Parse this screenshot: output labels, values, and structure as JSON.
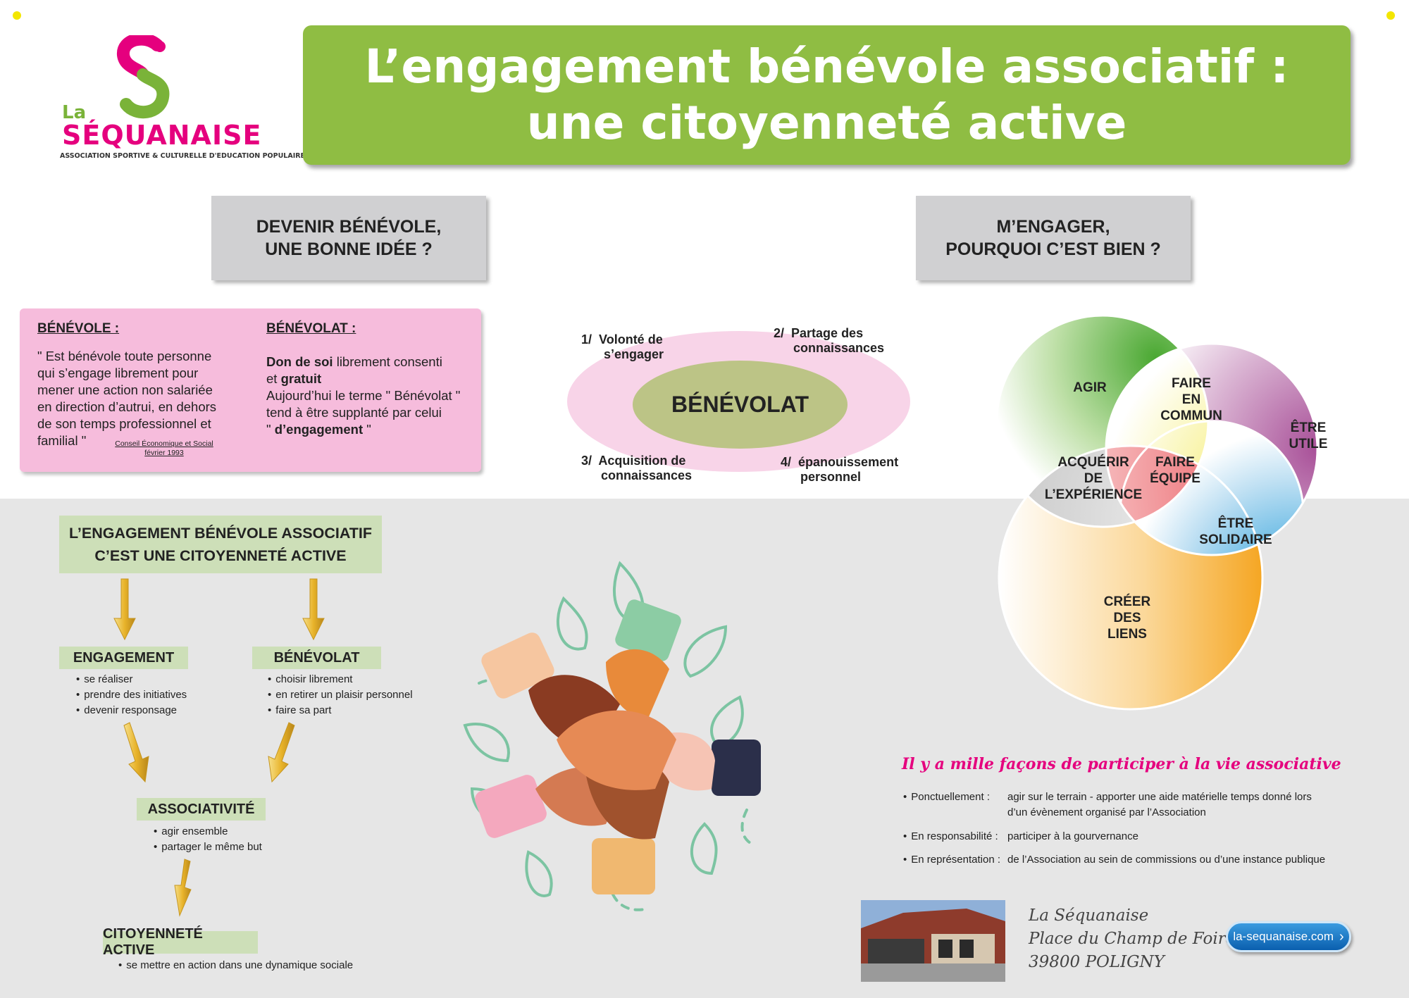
{
  "logo": {
    "la": "La",
    "name": "SÉQUANAISE",
    "subtitle": "ASSOCIATION SPORTIVE & CULTURELLE D'EDUCATION POPULAIRE",
    "colors": {
      "pink": "#e5007e",
      "green": "#7ab339"
    }
  },
  "title": {
    "line1": "L’engagement bénévole associatif :",
    "line2": "une citoyenneté active",
    "color": "#8fbd43"
  },
  "question_left": {
    "line1": "DEVENIR BÉNÉVOLE,",
    "line2": "UNE BONNE IDÉE ?"
  },
  "question_right": {
    "line1": "M’ENGAGER,",
    "line2": "POURQUOI C’EST BIEN ?"
  },
  "definitions": {
    "benevole": {
      "title": "BÉNÉVOLE :",
      "lines": [
        "\" Est bénévole toute personne",
        "qui s’engage librement pour",
        "mener une action non salariée",
        "en direction d’autrui, en dehors",
        "de son temps professionnel et",
        "familial \""
      ],
      "source_line1": "Conseil Économique et Social",
      "source_line2": "février 1993"
    },
    "benevolat": {
      "title": "BÉNÉVOLAT :",
      "bold1": "Don de soi",
      "text1": " librement consenti",
      "text2": "et ",
      "bold2": "gratuit",
      "line3": "Aujourd’hui le terme \" Bénévolat \"",
      "line4": "tend à être supplanté par celui",
      "quote_open": "\" ",
      "bold3": "d’engagement",
      "quote_close": " \""
    }
  },
  "benevolat_diagram": {
    "center": "BÉNÉVOLAT",
    "steps": [
      {
        "num": "1/",
        "line1": "Volonté de",
        "line2": "s’engager"
      },
      {
        "num": "2/",
        "line1": "Partage des",
        "line2": "connaissances"
      },
      {
        "num": "3/",
        "line1": "Acquisition de",
        "line2": "connaissances"
      },
      {
        "num": "4/",
        "line1": "épanouissement",
        "line2": "personnel"
      }
    ]
  },
  "venn": {
    "agir": "AGIR",
    "etre_utile": [
      "ÊTRE",
      "UTILE"
    ],
    "faire_en_commun": [
      "FAIRE",
      "EN",
      "COMMUN"
    ],
    "acquerir": [
      "ACQUÉRIR",
      "DE",
      "L’EXPÉRIENCE"
    ],
    "faire_equipe": [
      "FAIRE",
      "ÉQUIPE"
    ],
    "etre_solidaire": [
      "ÊTRE",
      "SOLIDAIRE"
    ],
    "creer_liens": [
      "CRÉER",
      "DES",
      "LIENS"
    ],
    "colors": {
      "green": "#4aa832",
      "purple": "#a85098",
      "orange": "#f5a623",
      "blue": "#1e9ad8",
      "yellow": "#f3ea5a",
      "red": "#e3262e"
    }
  },
  "flow": {
    "head_line1": "L’ENGAGEMENT BÉNÉVOLE ASSOCIATIF",
    "head_line2": "C’EST UNE CITOYENNETÉ ACTIVE",
    "engagement": {
      "label": "ENGAGEMENT",
      "items": [
        "se réaliser",
        "prendre des initiatives",
        "devenir responsage"
      ]
    },
    "benevolat": {
      "label": "BÉNÉVOLAT",
      "items": [
        "choisir librement",
        "en retirer un plaisir personnel",
        "faire sa part"
      ]
    },
    "associativite": {
      "label": "ASSOCIATIVITÉ",
      "items": [
        "agir ensemble",
        "partager le même but"
      ]
    },
    "citoyennete": {
      "label": "CITOYENNETÉ ACTIVE",
      "items": [
        "se mettre en action dans une dynamique sociale"
      ]
    }
  },
  "participation": {
    "title": "Il y a mille façons de participer à la vie associative",
    "rows": [
      {
        "label": "Ponctuellement :",
        "line1": "agir sur le terrain - apporter une aide matérielle temps donné lors",
        "line2": "d’un évènement organisé par l’Association"
      },
      {
        "label": "En responsabilité :",
        "line1": "participer à la gourvernance",
        "line2": ""
      },
      {
        "label": "En représentation :",
        "line1": "de l’Association au sein de commissions ou d’une instance publique",
        "line2": ""
      }
    ]
  },
  "address": {
    "line1": "La Séquanaise",
    "line2": "Place du Champ de Foire",
    "line3": "39800 POLIGNY"
  },
  "website": {
    "label": "la-sequanaise.com",
    "icon": "chevron-right-icon"
  }
}
